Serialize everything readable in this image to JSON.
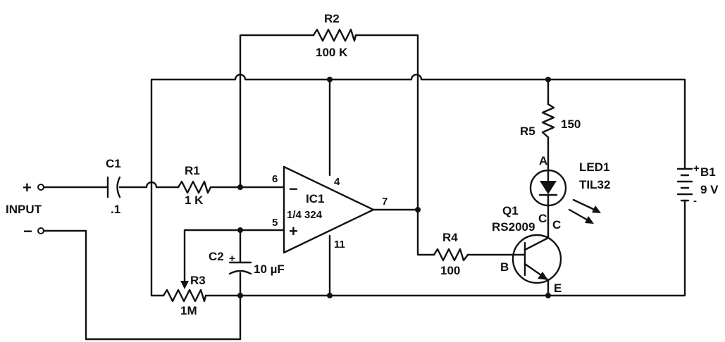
{
  "input": {
    "label": "INPUT",
    "plus": "+",
    "minus": "−"
  },
  "c1": {
    "ref": "C1",
    "value": ".1"
  },
  "r1": {
    "ref": "R1",
    "value": "1 K"
  },
  "r2": {
    "ref": "R2",
    "value": "100 K"
  },
  "r3": {
    "ref": "R3",
    "value": "1M"
  },
  "r4": {
    "ref": "R4",
    "value": "100"
  },
  "r5": {
    "ref": "R5",
    "value": "150"
  },
  "c2": {
    "ref": "C2",
    "value": "10 µF",
    "polarity": "+"
  },
  "ic1": {
    "ref": "IC1",
    "value": "1/4 324",
    "minus": "−",
    "plus": "+",
    "pin_inv": "6",
    "pin_noninv": "5",
    "pin_out": "7",
    "pin_vcc": "4",
    "pin_gnd": "11"
  },
  "q1": {
    "ref": "Q1",
    "value": "RS2009",
    "base": "B",
    "collector": "C",
    "emitter": "E"
  },
  "led1": {
    "ref": "LED1",
    "value": "TIL32",
    "anode": "A",
    "cathode": "C"
  },
  "b1": {
    "ref": "B1",
    "value": "9 V",
    "plus": "+",
    "minus": "-"
  }
}
